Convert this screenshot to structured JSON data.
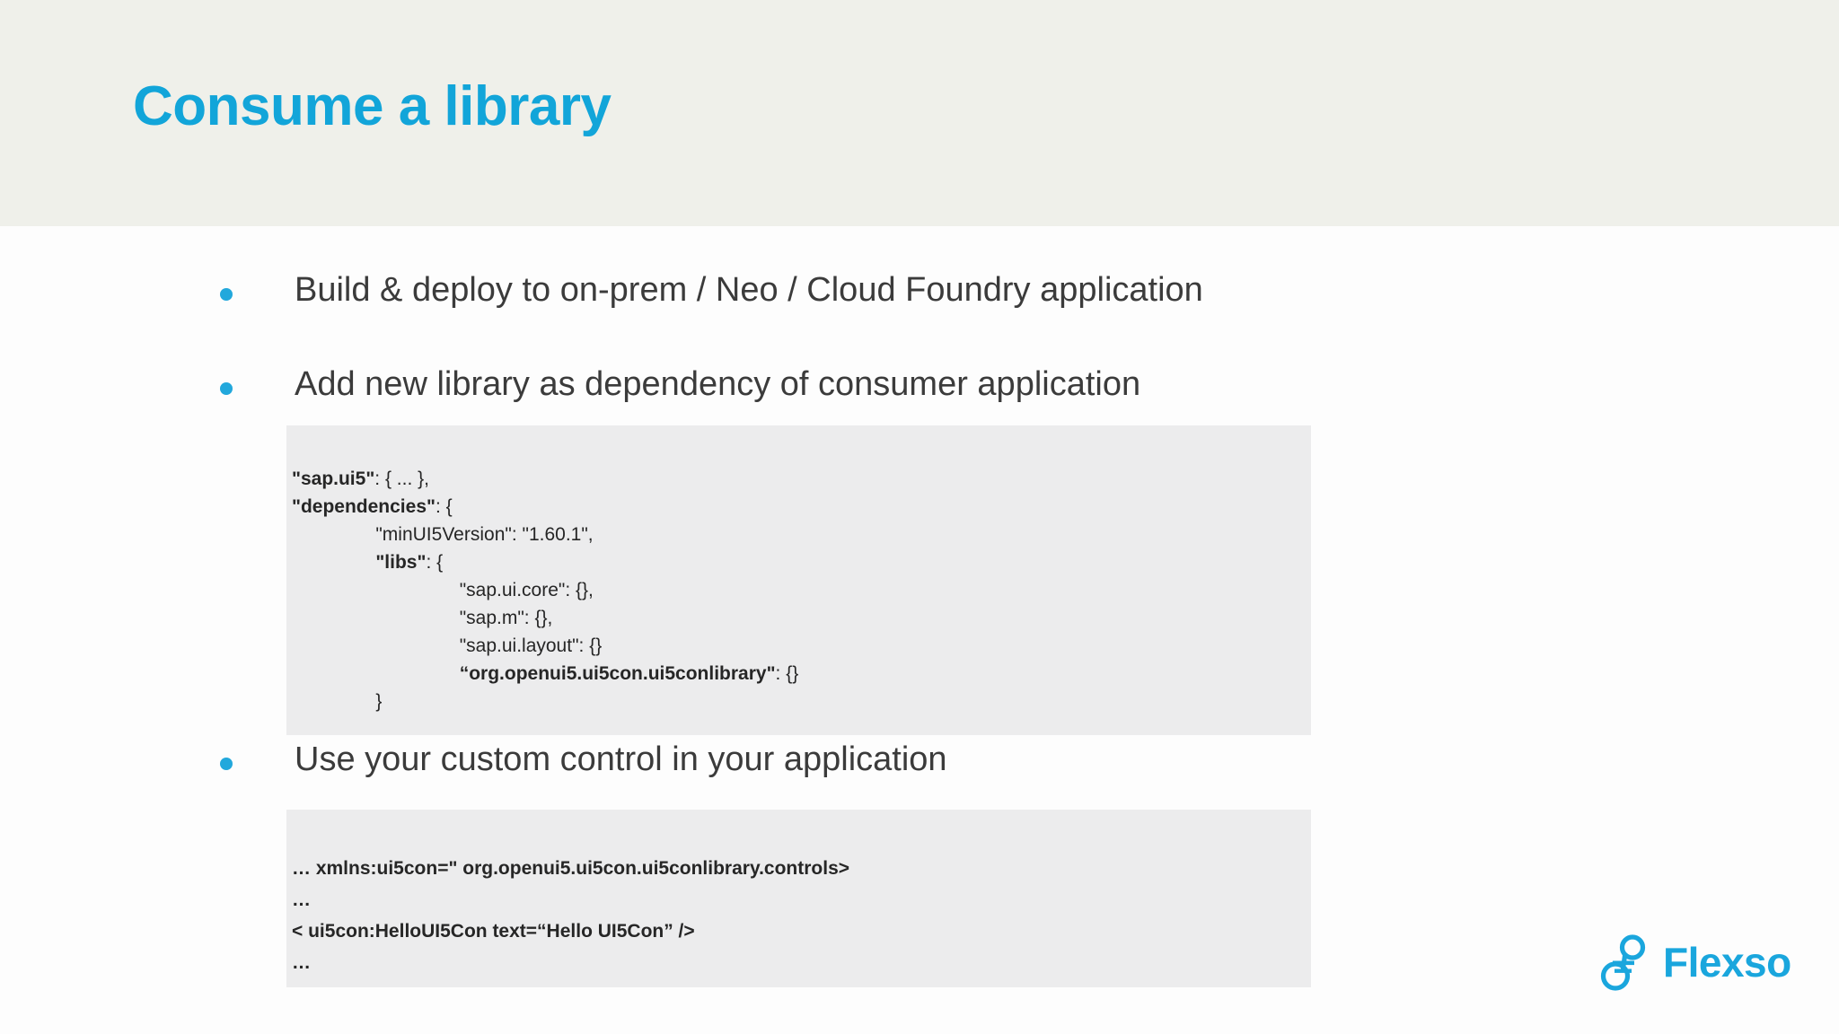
{
  "slide": {
    "title": "Consume a library",
    "title_color": "#12a5d9",
    "header_background": "#eff0ea",
    "body_background": "#fdfdfd",
    "bullet_color": "#22a8dc",
    "code_background": "#ececed"
  },
  "bullets": [
    {
      "text": "Build & deploy to on-prem / Neo / Cloud Foundry application"
    },
    {
      "text": "Add new library as dependency of consumer application"
    },
    {
      "text": "Use your custom control in your application"
    }
  ],
  "code_json": {
    "lines": [
      {
        "bold": "\"sap.ui5\"",
        "normal": ": { ... },"
      },
      {
        "bold": "\"dependencies\"",
        "normal": ": {"
      },
      {
        "bold": "",
        "normal": "                \"minUI5Version\": \"1.60.1\","
      },
      {
        "bold": "                \"libs\"",
        "normal": ": {"
      },
      {
        "bold": "",
        "normal": "                                \"sap.ui.core\": {},"
      },
      {
        "bold": "",
        "normal": "                                \"sap.m\": {},"
      },
      {
        "bold": "",
        "normal": "                                \"sap.ui.layout\": {}"
      },
      {
        "bold": "                                “org.openui5.ui5con.ui5conlibrary\"",
        "normal": ": {}"
      },
      {
        "bold": "",
        "normal": "                }"
      }
    ]
  },
  "code_xml": {
    "lines": [
      "… xmlns:ui5con=\" org.openui5.ui5con.ui5conlibrary.controls>",
      "…",
      "< ui5con:HelloUI5Con text=“Hello UI5Con” />",
      "…"
    ]
  },
  "logo": {
    "wordmark": "Flexso",
    "color": "#1aa6dd"
  }
}
